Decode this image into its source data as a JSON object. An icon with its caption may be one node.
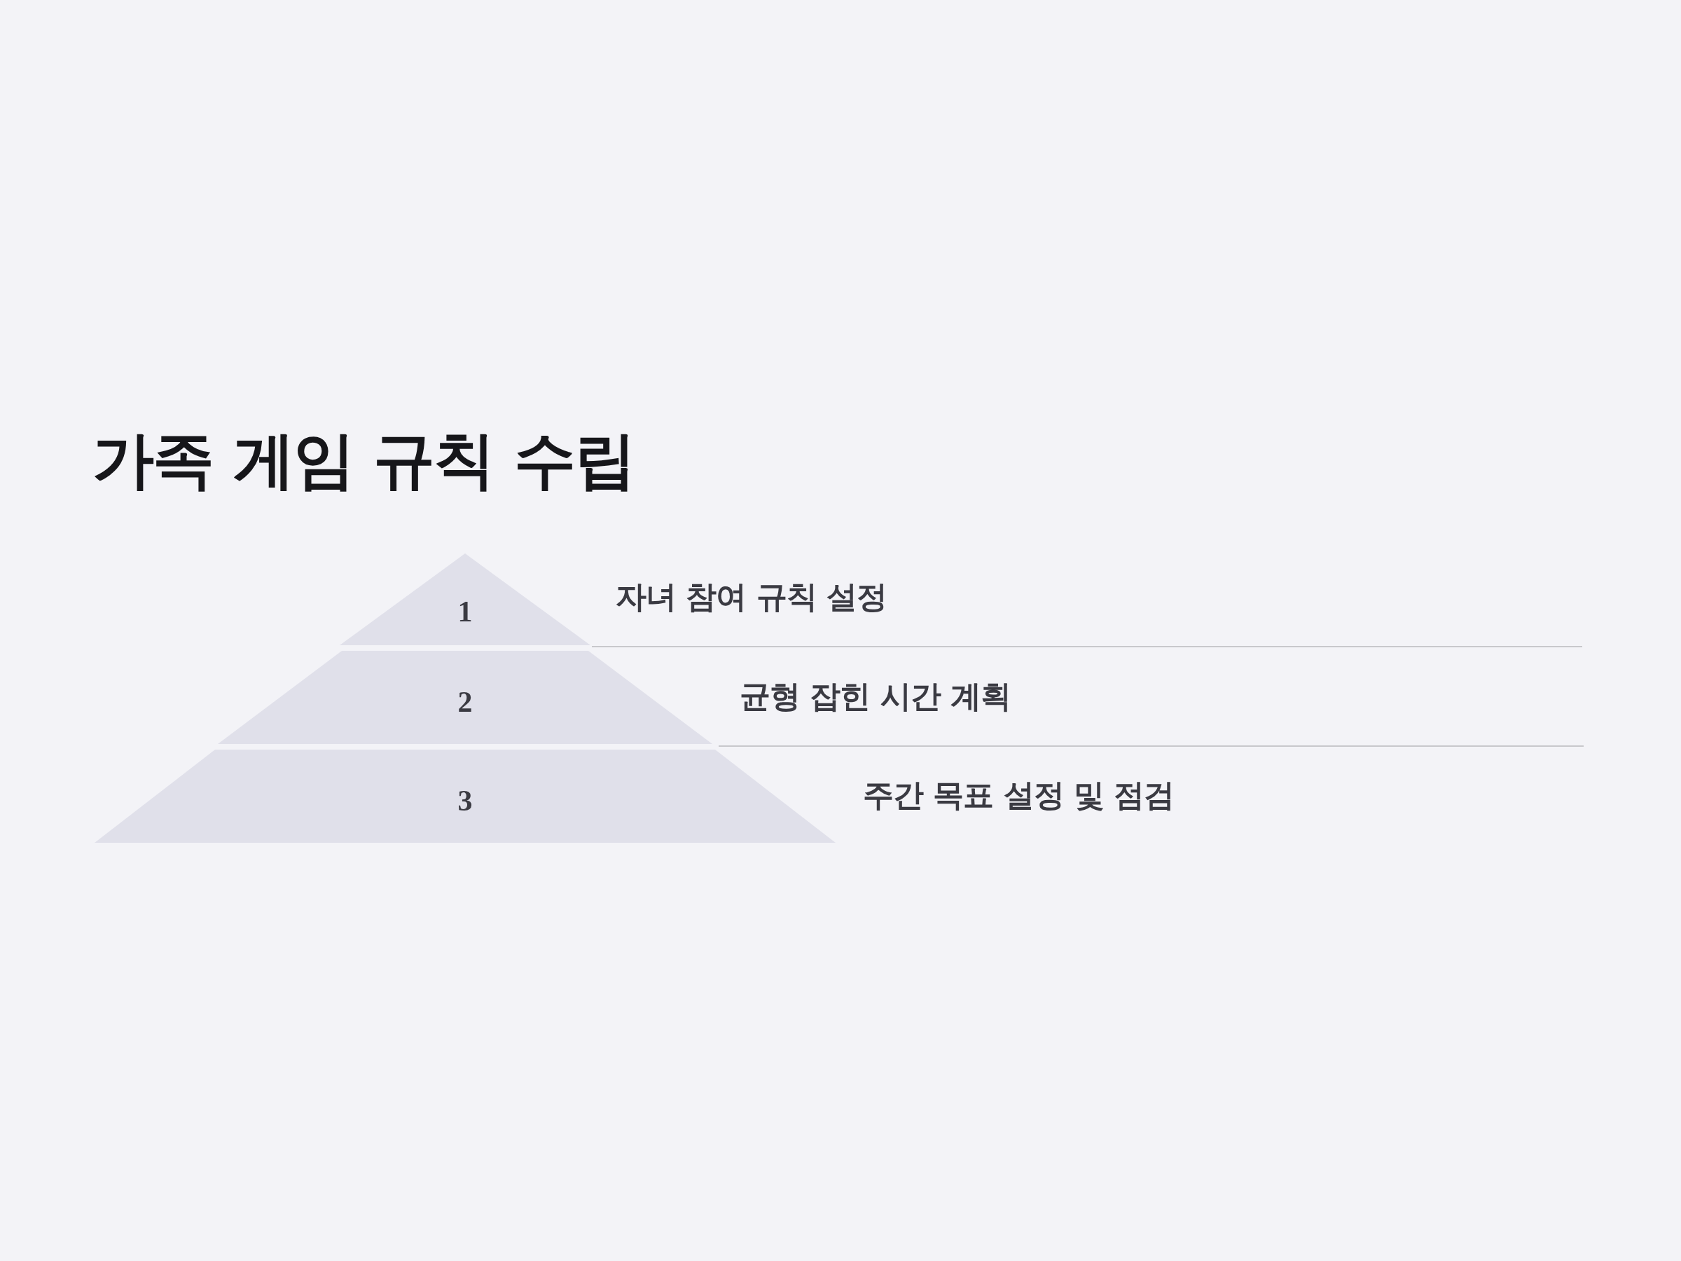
{
  "diagram": {
    "title": "가족 게임 규칙 수립",
    "nodes": [
      {
        "text": [
          "1"
        ],
        "beside": [
          "자녀 참여 규칙 설정"
        ]
      },
      {
        "text": [
          "2"
        ],
        "beside": [
          "균형 잡힌 시간 계획"
        ]
      },
      {
        "text": [
          "3"
        ],
        "beside": [
          "주간 목표 설정 및 점검"
        ]
      }
    ]
  }
}
